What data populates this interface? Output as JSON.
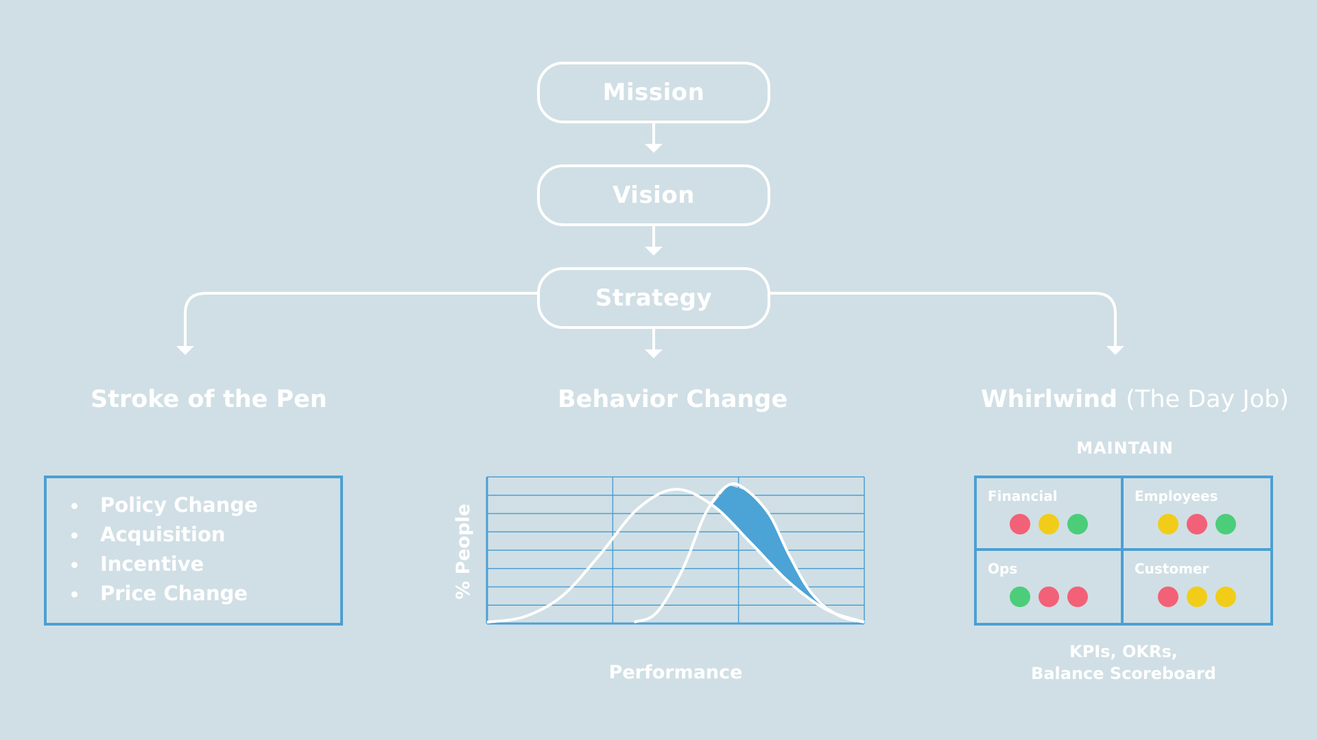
{
  "hierarchy": {
    "mission": "Mission",
    "vision": "Vision",
    "strategy": "Strategy"
  },
  "columns": {
    "stroke_of_the_pen": {
      "title": "Stroke of the Pen",
      "items": [
        "Policy Change",
        "Acquisition",
        "Incentive",
        "Price Change"
      ]
    },
    "behavior_change": {
      "title": "Behavior Change"
    },
    "whirlwind": {
      "title": "Whirlwind",
      "subtitle": "(The Day Job)",
      "label": "MAINTAIN",
      "cells": [
        {
          "title": "Financial",
          "dots": [
            "red",
            "yellow",
            "green"
          ]
        },
        {
          "title": "Employees",
          "dots": [
            "yellow",
            "red",
            "green"
          ]
        },
        {
          "title": "Ops",
          "dots": [
            "green",
            "red",
            "red"
          ]
        },
        {
          "title": "Customer",
          "dots": [
            "red",
            "yellow",
            "yellow"
          ]
        }
      ],
      "caption_line1": "KPIs, OKRs,",
      "caption_line2": "Balance Scoreboard"
    }
  },
  "chart_data": {
    "type": "area",
    "ylabel": "% People",
    "xlabel": "Performance",
    "grid": true,
    "series": [
      {
        "role": "before",
        "x": [
          0,
          0.1,
          0.2,
          0.3,
          0.4,
          0.5,
          0.6,
          0.7,
          0.8,
          0.9,
          1.0
        ],
        "y": [
          0.01,
          0.05,
          0.2,
          0.5,
          0.83,
          0.97,
          0.85,
          0.58,
          0.3,
          0.1,
          0.01
        ]
      },
      {
        "role": "after",
        "x": [
          0.39,
          0.45,
          0.52,
          0.58,
          0.64,
          0.69,
          0.75,
          0.8,
          0.86,
          0.93,
          1.0
        ],
        "y": [
          0.01,
          0.08,
          0.4,
          0.8,
          1.0,
          0.96,
          0.78,
          0.5,
          0.22,
          0.06,
          0.01
        ],
        "filled_beyond_crossing": true
      }
    ]
  },
  "colors": {
    "background": "#d0dfe5",
    "line": "#ffffff",
    "accent_blue": "#4c9fd3",
    "red": "#f26177",
    "yellow": "#f1cd19",
    "green": "#4ccd7a"
  },
  "icons": [
    "arrow-down-icon",
    "bullet-icon",
    "status-dot-icon"
  ]
}
